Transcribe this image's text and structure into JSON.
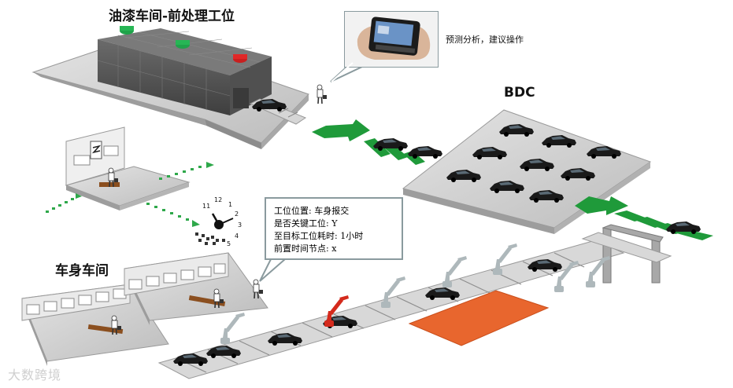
{
  "labels": {
    "paint_shop": "油漆车间-前处理工位",
    "bdc": "BDC",
    "body_shop": "车身车间",
    "predict": "预测分析，建议操作"
  },
  "info_box": {
    "line1": "工位位置: 车身报交",
    "line2": "是否关键工位: Y",
    "line3": "至目标工位耗时: 1小时",
    "line4": "前置时间节点: x"
  },
  "clock_numbers": {
    "n12": "12",
    "n11": "11",
    "n1": "1",
    "n2": "2",
    "n3": "3",
    "n4": "4",
    "n5": "5"
  },
  "watermark": "大数跨境",
  "colors": {
    "floor": "#cfcfcf",
    "floor_dark": "#b8b8b8",
    "building": "#555555",
    "green_arrow": "#1f9a3a",
    "red_zone": "#e8662e",
    "robot_red": "#d42a1c",
    "robot_grey": "#aeb8bb",
    "callout_border": "#8a9a9e"
  }
}
